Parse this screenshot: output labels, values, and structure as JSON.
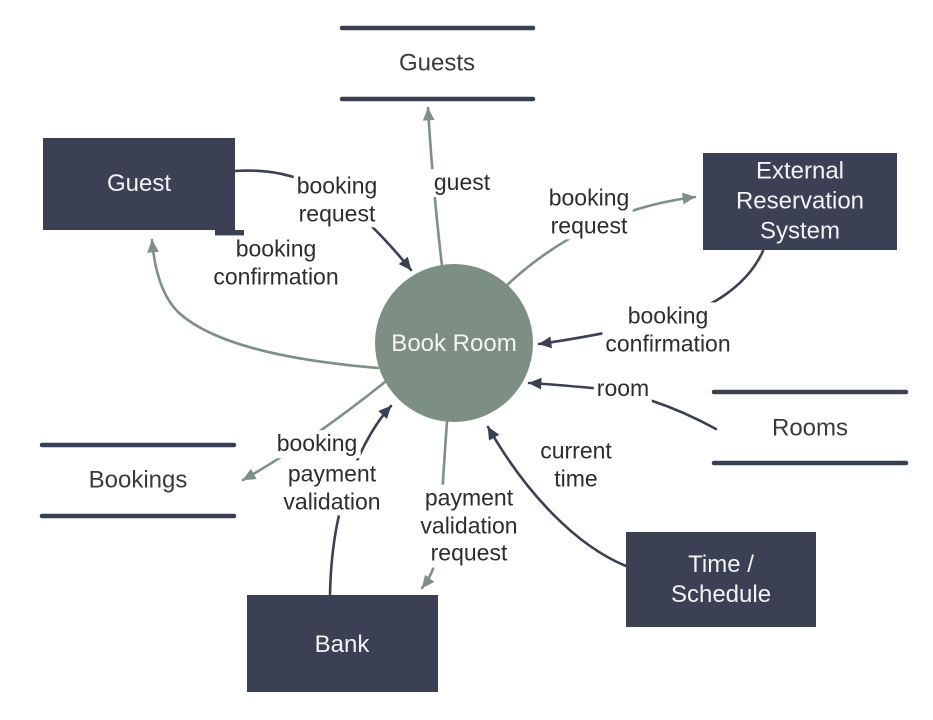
{
  "process": {
    "label": "Book Room"
  },
  "externals": [
    {
      "id": "guest",
      "label": "Guest"
    },
    {
      "id": "external-reservation-system",
      "label": "External\nReservation\nSystem"
    },
    {
      "id": "bank",
      "label": "Bank"
    },
    {
      "id": "time-schedule",
      "label": "Time /\nSchedule"
    }
  ],
  "stores": [
    {
      "id": "guests",
      "label": "Guests"
    },
    {
      "id": "rooms",
      "label": "Rooms"
    },
    {
      "id": "bookings",
      "label": "Bookings"
    }
  ],
  "flows": [
    {
      "from": "Guest",
      "to": "Book Room",
      "label": "booking\nrequest",
      "color": "dark"
    },
    {
      "from": "Book Room",
      "to": "Guests",
      "label": "guest",
      "color": "green"
    },
    {
      "from": "Book Room",
      "to": "External Reservation System",
      "label": "booking\nrequest",
      "color": "green"
    },
    {
      "from": "Book Room",
      "to": "Guest",
      "label": "booking\nconfirmation",
      "color": "green"
    },
    {
      "from": "External Reservation System",
      "to": "Book Room",
      "label": "booking\nconfirmation",
      "color": "dark"
    },
    {
      "from": "Rooms",
      "to": "Book Room",
      "label": "room",
      "color": "dark"
    },
    {
      "from": "Time / Schedule",
      "to": "Book Room",
      "label": "current\ntime",
      "color": "dark"
    },
    {
      "from": "Book Room",
      "to": "Bank",
      "label": "payment\nvalidation\nrequest",
      "color": "green"
    },
    {
      "from": "Book Room",
      "to": "Bookings",
      "label": "booking",
      "color": "green"
    },
    {
      "from": "Bank",
      "to": "Book Room",
      "label": "payment\nvalidation",
      "color": "dark"
    }
  ],
  "colors": {
    "entity_fill": "#3B4054",
    "process_fill": "#7D8F82",
    "flow_out_green": "#7C9183",
    "flow_in_dark": "#3B4054",
    "store_line": "#3A4054",
    "label_text": "#2D2D2D",
    "entity_text": "#F2F3F5",
    "background": "#FFFFFF"
  }
}
